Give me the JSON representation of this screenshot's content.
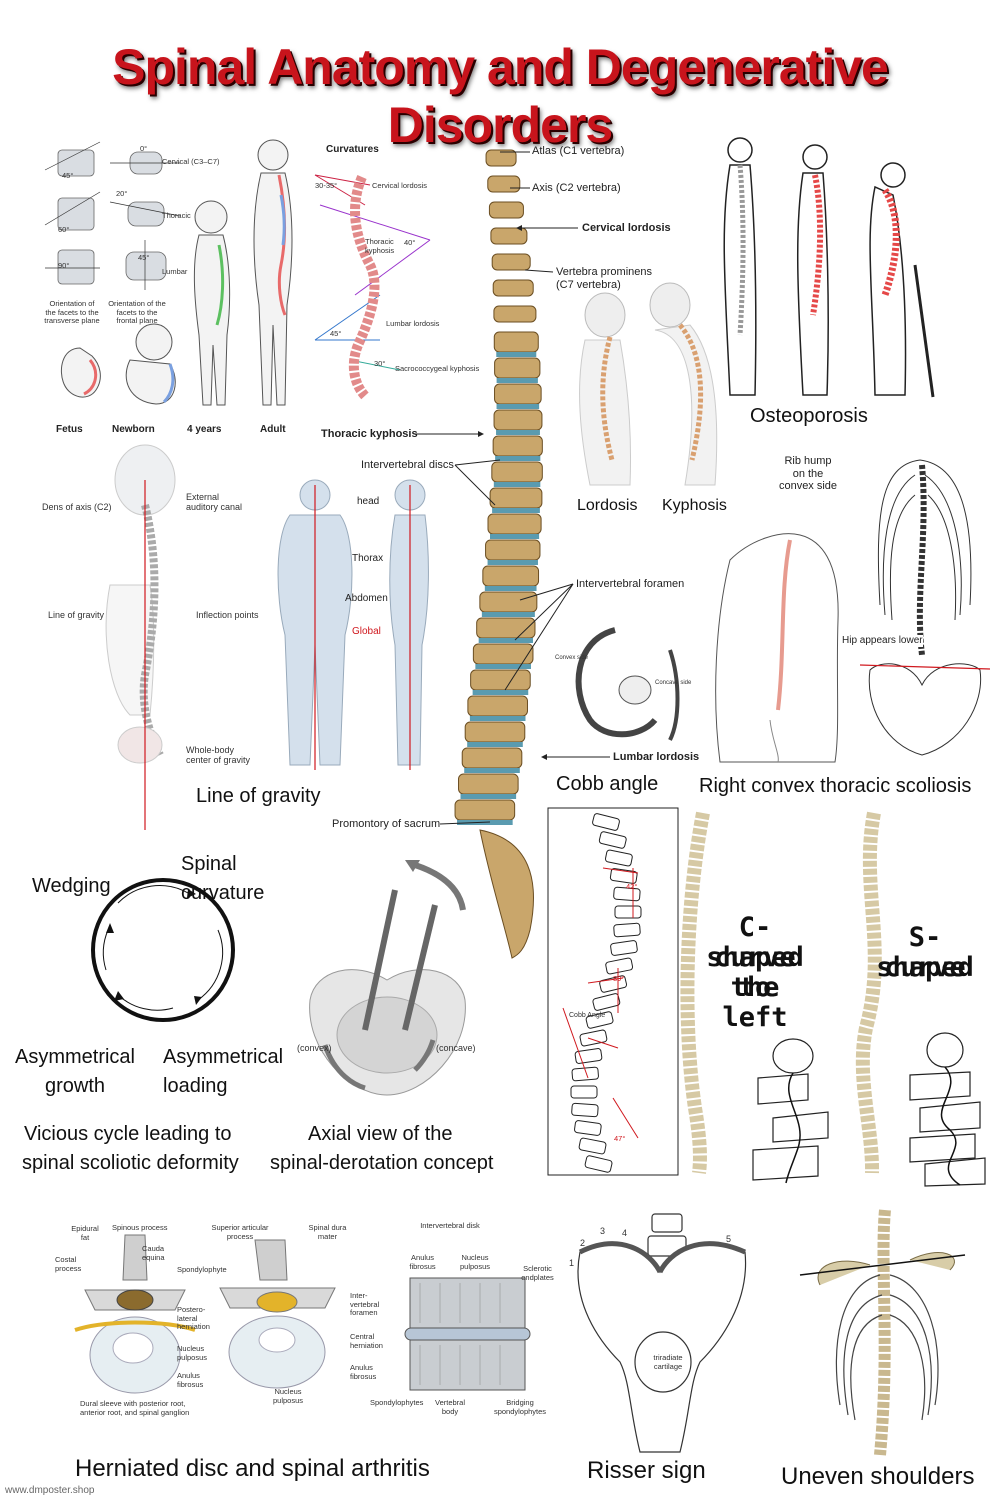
{
  "title": "Spinal Anatomy and Degenerative Disorders",
  "curvatures": {
    "heading": "Curvatures",
    "labels": [
      "30-35°",
      "Cervical lordosis",
      "Thoracic kyphosis",
      "40°",
      "45°",
      "Lumbar lordosis",
      "30°",
      "Sacrococcygeal kyphosis"
    ]
  },
  "facets": {
    "labels": [
      "Cervical (C3–C7)",
      "Thoracic",
      "Lumbar",
      "Orientation of the facets to the transverse plane",
      "Orientation of the facets to the frontal plane"
    ],
    "angles": [
      "45°",
      "0°",
      "20°",
      "60°",
      "45°",
      "90°"
    ]
  },
  "development": {
    "stages": [
      "Fetus",
      "Newborn",
      "4 years",
      "Adult"
    ]
  },
  "spine_column": {
    "labels": [
      "Atlas (C1 vertebra)",
      "Axis (C2 vertebra)",
      "Cervical lordosis",
      "Vertebra prominens (C7 vertebra)",
      "Thoracic kyphosis",
      "Intervertebral discs",
      "Intervertebral foramen",
      "Lumbar lordosis",
      "Promontory of sacrum"
    ]
  },
  "lordosis_kyphosis": [
    "Lordosis",
    "Kyphosis"
  ],
  "osteoporosis": {
    "caption": "Osteoporosis"
  },
  "gravity": {
    "labels": [
      "Dens of axis (C2)",
      "External auditory canal",
      "Line of gravity",
      "Inflection points",
      "Whole-body center of gravity"
    ],
    "caption": "Line of gravity"
  },
  "body_axis": {
    "labels": [
      "head",
      "Thorax",
      "Abdomen",
      "Global"
    ]
  },
  "cobb": {
    "caption": "Cobb angle",
    "labels": [
      "Convex side",
      "Concave side"
    ],
    "angles": [
      "42°",
      "89°",
      "47°"
    ],
    "cobb_label": "Cobb Angle"
  },
  "scoliosis": {
    "rib_hump": "Rib hump on the convex side",
    "hip": "Hip appears lower",
    "caption": "Right convex thoracic scoliosis"
  },
  "cycle": {
    "nodes": [
      "Wedging",
      "Spinal curvature",
      "Asymmetrical growth",
      "Asymmetrical loading"
    ],
    "caption_line1": "Vicious cycle leading to",
    "caption_line2": "spinal scoliotic deformity"
  },
  "axial": {
    "labels": [
      "(convex)",
      "(concave)"
    ],
    "caption_line1": "Axial view of the",
    "caption_line2": "spinal-derotation concept"
  },
  "curves": {
    "c_shape": [
      "C-shaped",
      "curve to",
      "the left"
    ],
    "s_shape": [
      "S-shaped",
      "curve"
    ]
  },
  "herniated": {
    "labels_left": [
      "Epidural fat",
      "Spinous process",
      "Cauda equina",
      "Costal process",
      "Spondylophyte",
      "Postero-lateral herniation",
      "Nucleus pulposus",
      "Anulus fibrosus",
      "Dural sleeve with posterior root, anterior root, and spinal ganglion"
    ],
    "labels_mid": [
      "Superior articular process",
      "Spinal dura mater",
      "Inter-vertebral foramen",
      "Central herniation",
      "Anulus fibrosus",
      "Nucleus pulposus"
    ],
    "labels_disk": [
      "Intervertebral disk",
      "Anulus fibrosus",
      "Nucleus pulposus",
      "Sclerotic endplates",
      "Spondylophytes",
      "Vertebral body",
      "Bridging spondylophytes"
    ],
    "caption": "Herniated disc and spinal arthritis"
  },
  "risser": {
    "caption": "Risser sign",
    "labels": [
      "triradiate cartilage"
    ],
    "numbers": [
      "1",
      "2",
      "3",
      "4",
      "5"
    ]
  },
  "shoulders": {
    "caption": "Uneven shoulders"
  },
  "footer": "www.dmposter.shop",
  "colors": {
    "title": "#c8141c",
    "bone": "#c9a66b",
    "disc": "#5a9bb0",
    "accent_red": "#d0181e",
    "skin": "#dde6ee"
  }
}
